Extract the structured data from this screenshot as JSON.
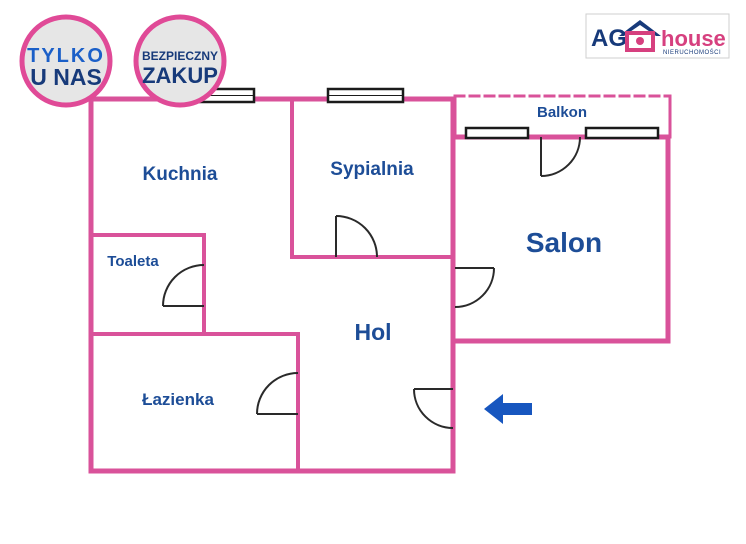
{
  "colors": {
    "wall": "#d9529a",
    "window": "#1b1b1b",
    "door": "#2a2a2a",
    "label": "#1d4d97",
    "arrow": "#1756bf",
    "badge_ring": "#e04a97",
    "badge_fill": "#e6e6e6",
    "badge_blue": "#1b5fc8",
    "badge_navy": "#173a7a",
    "logo_pink": "#d6407f"
  },
  "badges": {
    "left": {
      "line1": "TYLKO",
      "line2": "U NAS"
    },
    "right": {
      "line1": "BEZPIECZNY",
      "line2": "ZAKUP"
    }
  },
  "logo": {
    "prefix": "AG",
    "name": "house",
    "subtitle": "NIERUCHOMOŚCI",
    "icon": "house-icon"
  },
  "rooms": {
    "kuchnia": "Kuchnia",
    "sypialnia": "Sypialnia",
    "balkon": "Balkon",
    "salon": "Salon",
    "toaleta": "Toaleta",
    "hol": "Hol",
    "lazienka": "Łazienka"
  },
  "entrance": {
    "icon": "arrow-left-icon"
  }
}
